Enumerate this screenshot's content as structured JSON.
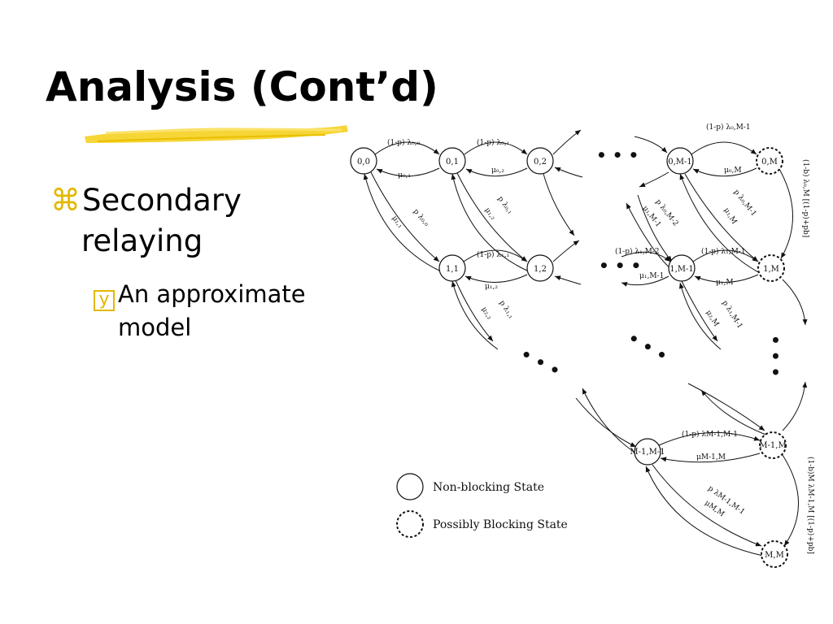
{
  "slide": {
    "title": "Analysis (Cont’d)",
    "bullets": [
      {
        "marker": "⌘",
        "lines": [
          "Secondary",
          "relaying"
        ]
      },
      {
        "marker": "y",
        "lines": [
          "An approximate",
          "model"
        ]
      }
    ]
  },
  "colors": {
    "accent": "#e3b800",
    "brush": "#f5d020"
  },
  "diagram": {
    "nodes": {
      "n00": "0,0",
      "n01": "0,1",
      "n02": "0,2",
      "n0M1": "0,M-1",
      "n0M": "0,M",
      "n11": "1,1",
      "n12": "1,2",
      "n1M1": "1,M-1",
      "n1M": "1,M",
      "nMM1": "M-1,M-1",
      "nM1M": "M-1,M",
      "nMM": "M,M"
    },
    "labels": {
      "l00": "(1-p) λ₀,₀",
      "l01": "(1-p) λ₀,₁",
      "l0M1": "(1-p) λ₀,M-1",
      "m01": "μ₀,₁",
      "m02": "μ₀,₂",
      "m0M": "μ₀,M",
      "pl00": "p λ₀,₀",
      "m11": "μ₁,₁",
      "pl01": "p λ₀,₁",
      "m12d": "μ₁,₂",
      "pl0M2": "p λ₀,M-2",
      "m1M1d": "μ₁,M-1",
      "m1Md": "μ₁,M",
      "pl0M1": "p λ₀,M-1",
      "l11": "(1-p) λ₁,₁",
      "m12": "μ₁,₂",
      "l1M2": "(1-p) λ₁,M-2",
      "m1M1": "μ₁,M-1",
      "l1M1": "(1-p) λ₁,M-1",
      "m1M": "μ₁,M",
      "pl11": "p λ₁,₁",
      "m22": "μ₂,₂",
      "pl1M1": "p λ₁,M-1",
      "m2M": "μ₂,M",
      "lM1": "(1-p) λM-1,M-1",
      "mM1": "μM-1,M",
      "plM1": "p λM-1,M-1",
      "mMM": "μM,M",
      "side1": "(1-b)  λ₀,M [(1-p)+pb]",
      "side2": "(1-b)M λM-1,M [(1-p)+pb]",
      "dots": "• • •"
    },
    "legend": {
      "non_blocking": "Non-blocking State",
      "blocking": "Possibly Blocking State"
    }
  }
}
